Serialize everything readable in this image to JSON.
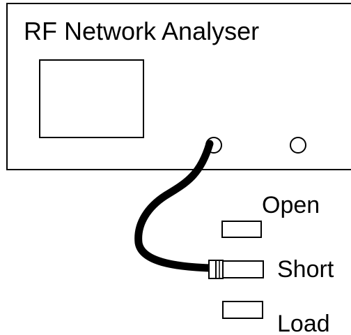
{
  "instrument": {
    "title": "RF Network Analyser"
  },
  "cal_standards": {
    "open_label": "Open",
    "short_label": "Short",
    "load_label": "Load"
  },
  "colors": {
    "stroke": "#000000",
    "background": "#ffffff"
  }
}
